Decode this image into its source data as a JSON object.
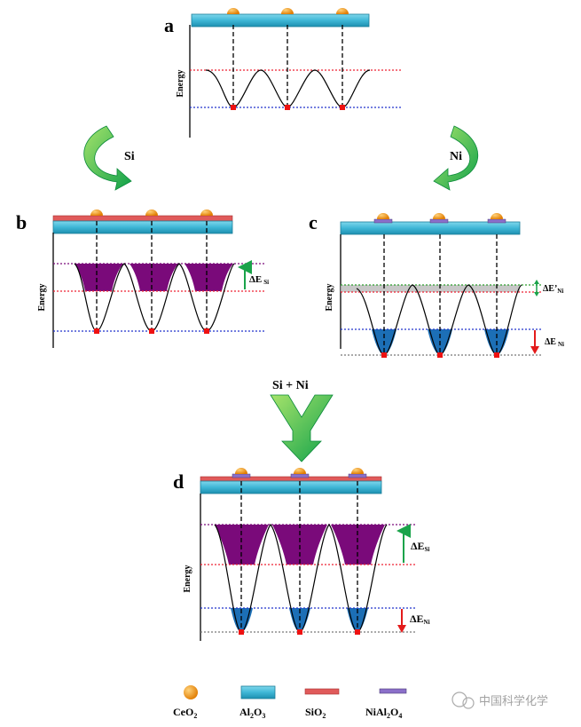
{
  "colors": {
    "ceo2": "#f39c12",
    "al2o3": "#3fb7d6",
    "sio2": "#e05a5a",
    "nial2o4": "#8b6fc9",
    "purple_fill": "#7a0a7a",
    "blue_fill": "#1c6fb6",
    "green_arrow": "#1aa34a",
    "red_arrow": "#e31b1b"
  },
  "panels": {
    "a": {
      "label": "a",
      "energy_label": "Energy"
    },
    "b": {
      "label": "b",
      "energy_label": "Energy",
      "delta_label": "ΔE",
      "delta_sub": "Si"
    },
    "c": {
      "label": "c",
      "energy_label": "Energy",
      "delta_prime_label": "ΔE’",
      "delta_prime_sub": "Ni",
      "delta_label": "ΔE",
      "delta_sub": "Ni"
    },
    "d": {
      "label": "d",
      "energy_label": "Energy",
      "delta_si_label": "ΔE",
      "delta_si_sub": "Si",
      "delta_ni_label": "ΔE",
      "delta_ni_sub": "Ni"
    }
  },
  "arrows": {
    "left": "Si",
    "right": "Ni",
    "merge": "Si + Ni"
  },
  "legend": [
    {
      "main": "CeO",
      "sub": "2"
    },
    {
      "main": "Al",
      "sub": "2",
      "main2": "O",
      "sub2": "3"
    },
    {
      "main": "SiO",
      "sub": "2"
    },
    {
      "main": "NiAl",
      "sub": "2",
      "main2": "O",
      "sub2": "4"
    }
  ],
  "watermark": "中国科学化学"
}
